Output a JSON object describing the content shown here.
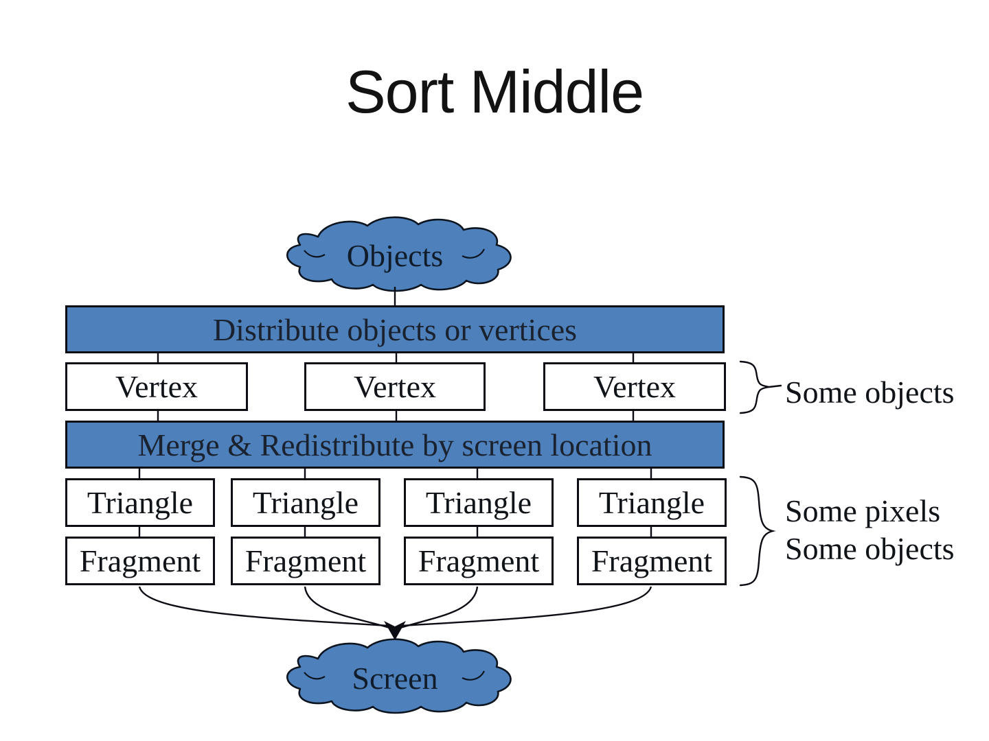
{
  "title": "Sort Middle",
  "colors": {
    "shape_fill": "#4e81bb",
    "shape_outline": "#0c0c14",
    "connector": "#0c0c14",
    "text_dark": "#101318"
  },
  "nodes": {
    "objects_cloud": "Objects",
    "distribute_bar": "Distribute objects or vertices",
    "vertex": [
      "Vertex",
      "Vertex",
      "Vertex"
    ],
    "merge_bar": "Merge & Redistribute by screen location",
    "triangle": [
      "Triangle",
      "Triangle",
      "Triangle",
      "Triangle"
    ],
    "fragment": [
      "Fragment",
      "Fragment",
      "Fragment",
      "Fragment"
    ],
    "screen_cloud": "Screen"
  },
  "annotations": {
    "vertex_brace_label": "Some objects",
    "pixel_brace_label_line1": "Some pixels",
    "pixel_brace_label_line2": "Some objects"
  }
}
